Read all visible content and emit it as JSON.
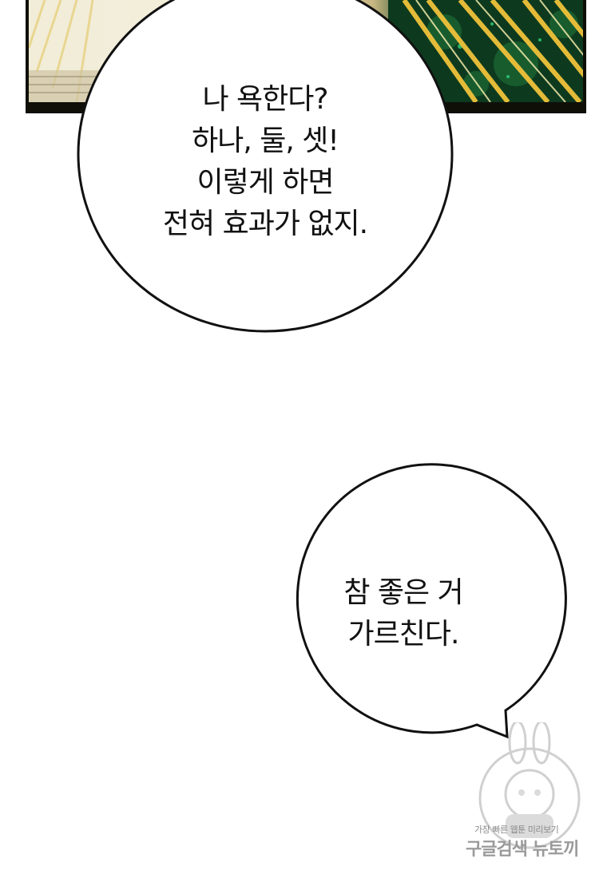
{
  "bubble_top": {
    "lines": [
      "나 욕한다?",
      "하나, 둘, 셋!",
      "이렇게 하면",
      "전혀 효과가 없지."
    ]
  },
  "bubble_bottom": {
    "lines": [
      "참 좋은 거",
      "가르친다."
    ]
  },
  "watermark": {
    "line1": "가장 빠른 웹툰 미리보기",
    "line2": "구글검색 뉴토끼"
  },
  "colors": {
    "panel_border": "#0f0f08",
    "panel_green": "#0e3a1f",
    "ray_gold": "#f0c23a",
    "bubble_stroke": "#111111"
  }
}
